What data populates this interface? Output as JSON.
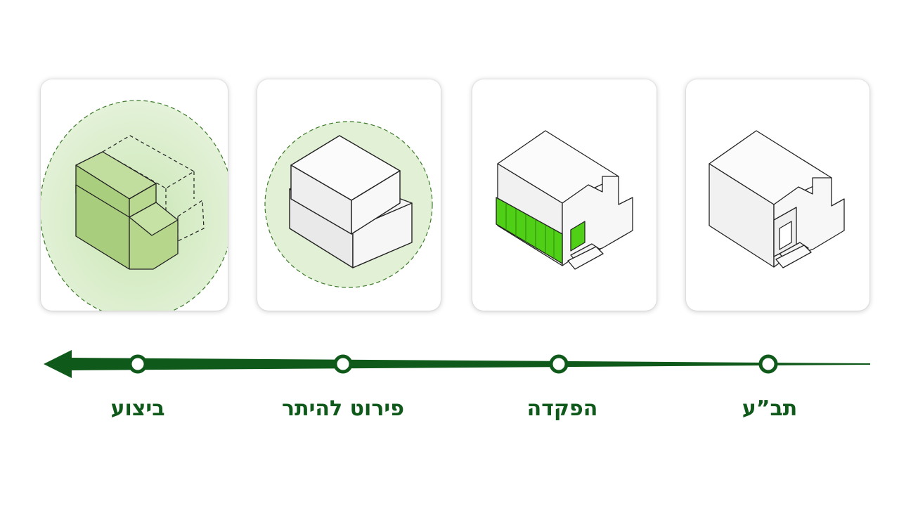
{
  "stages": [
    {
      "label": "ביצוע"
    },
    {
      "label": "פירוט להיתר"
    },
    {
      "label": "הפקדה"
    },
    {
      "label": "תב”ע"
    }
  ],
  "colors": {
    "dark_green": "#0f5a1a",
    "accent_green": "#3fbf10",
    "soft_green": "#c9e6b4",
    "halo_green": "#deefd0"
  },
  "icons": [
    "building-block-icon",
    "arrow-left-icon",
    "milestone-circle-icon"
  ]
}
